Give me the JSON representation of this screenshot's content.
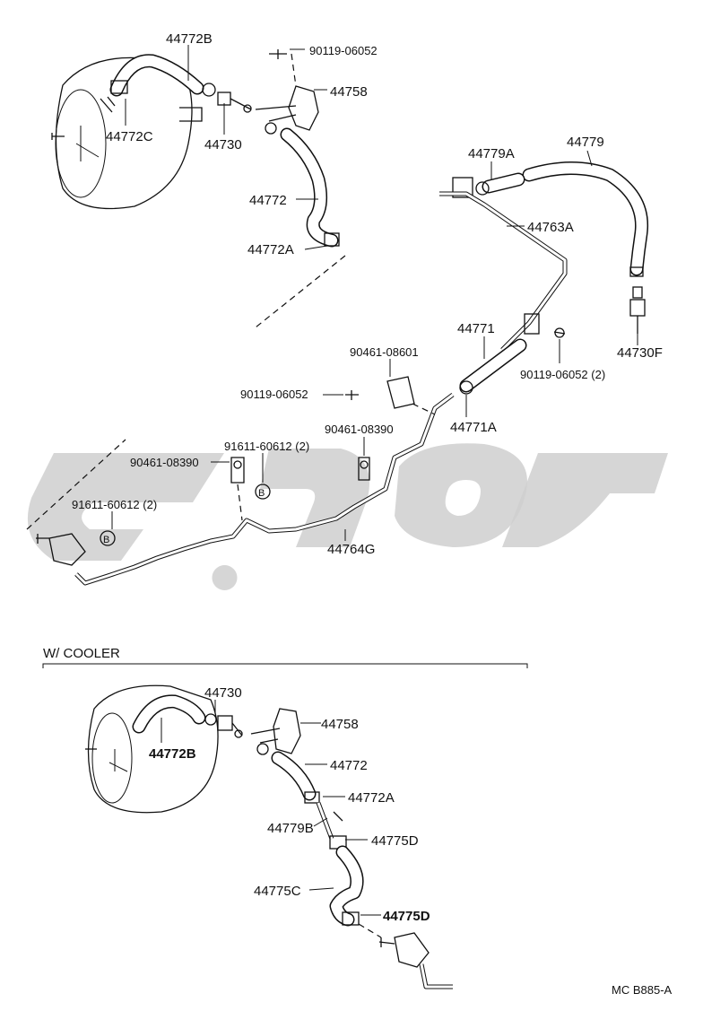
{
  "diagram": {
    "main_labels": {
      "p44772B": "44772B",
      "p90119a": "90119-06052",
      "p44758": "44758",
      "p44772C": "44772C",
      "p44730": "44730",
      "p44772": "44772",
      "p44772A": "44772A",
      "p44779A": "44779A",
      "p44779": "44779",
      "p44763A": "44763A",
      "p44730F": "44730F",
      "p44771": "44771",
      "p90119b": "90119-06052 (2)",
      "p44771A": "44771A",
      "p90461a": "90461-08601",
      "p90119c": "90119-06052",
      "p90461b": "90461-08390",
      "p91611a": "91611-60612 (2)",
      "p90461c": "90461-08390",
      "p91611b": "91611-60612 (2)",
      "p44764G": "44764G",
      "badge_b": "B"
    },
    "cooler_section": {
      "title": "W/ COOLER",
      "labels": {
        "p44730": "44730",
        "p44758": "44758",
        "p44772B": "44772B",
        "p44772": "44772",
        "p44772A": "44772A",
        "p44779B": "44779B",
        "p44775D_a": "44775D",
        "p44775C": "44775C",
        "p44775D_b": "44775D"
      }
    },
    "footer_code": "MC  B885-A"
  }
}
